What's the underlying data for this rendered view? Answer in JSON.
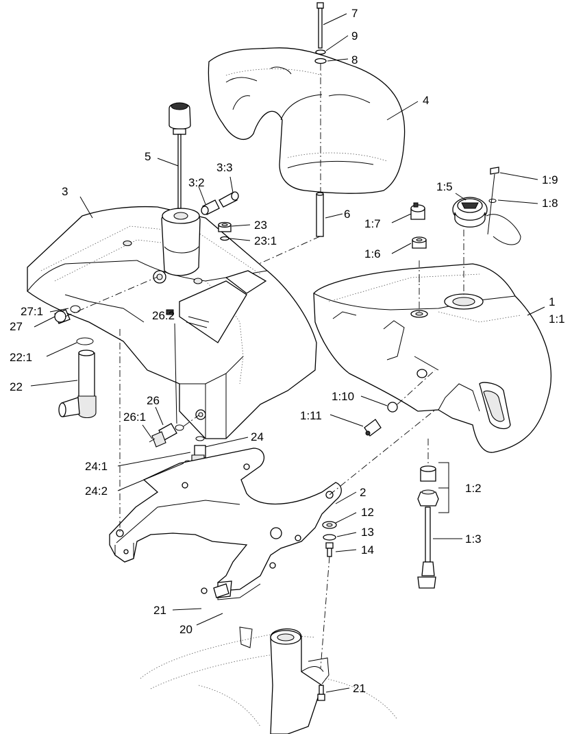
{
  "callouts": [
    {
      "id": "c7",
      "text": "7"
    },
    {
      "id": "c9",
      "text": "9"
    },
    {
      "id": "c8",
      "text": "8"
    },
    {
      "id": "c4",
      "text": "4"
    },
    {
      "id": "c5",
      "text": "5"
    },
    {
      "id": "c3_3",
      "text": "3:3"
    },
    {
      "id": "c3_2",
      "text": "3:2"
    },
    {
      "id": "c3",
      "text": "3"
    },
    {
      "id": "c23",
      "text": "23"
    },
    {
      "id": "c23_1",
      "text": "23:1"
    },
    {
      "id": "c6",
      "text": "6"
    },
    {
      "id": "c1_5",
      "text": "1:5"
    },
    {
      "id": "c1_9",
      "text": "1:9"
    },
    {
      "id": "c1_8",
      "text": "1:8"
    },
    {
      "id": "c1_7",
      "text": "1:7"
    },
    {
      "id": "c1_6",
      "text": "1:6"
    },
    {
      "id": "c1",
      "text": "1"
    },
    {
      "id": "c1_1",
      "text": "1:1"
    },
    {
      "id": "c27_1",
      "text": "27:1"
    },
    {
      "id": "c27",
      "text": "27"
    },
    {
      "id": "c22_1",
      "text": "22:1"
    },
    {
      "id": "c22",
      "text": "22"
    },
    {
      "id": "c26_2",
      "text": "26:2"
    },
    {
      "id": "c26",
      "text": "26"
    },
    {
      "id": "c26_1",
      "text": "26:1"
    },
    {
      "id": "c1_10",
      "text": "1:10"
    },
    {
      "id": "c1_11",
      "text": "1:11"
    },
    {
      "id": "c24",
      "text": "24"
    },
    {
      "id": "c24_1",
      "text": "24:1"
    },
    {
      "id": "c24_2",
      "text": "24:2"
    },
    {
      "id": "c2",
      "text": "2"
    },
    {
      "id": "c1_2",
      "text": "1:2"
    },
    {
      "id": "c12",
      "text": "12"
    },
    {
      "id": "c13",
      "text": "13"
    },
    {
      "id": "c14",
      "text": "14"
    },
    {
      "id": "c1_3",
      "text": "1:3"
    },
    {
      "id": "c21a",
      "text": "21"
    },
    {
      "id": "c20",
      "text": "20"
    },
    {
      "id": "c21b",
      "text": "21"
    }
  ]
}
